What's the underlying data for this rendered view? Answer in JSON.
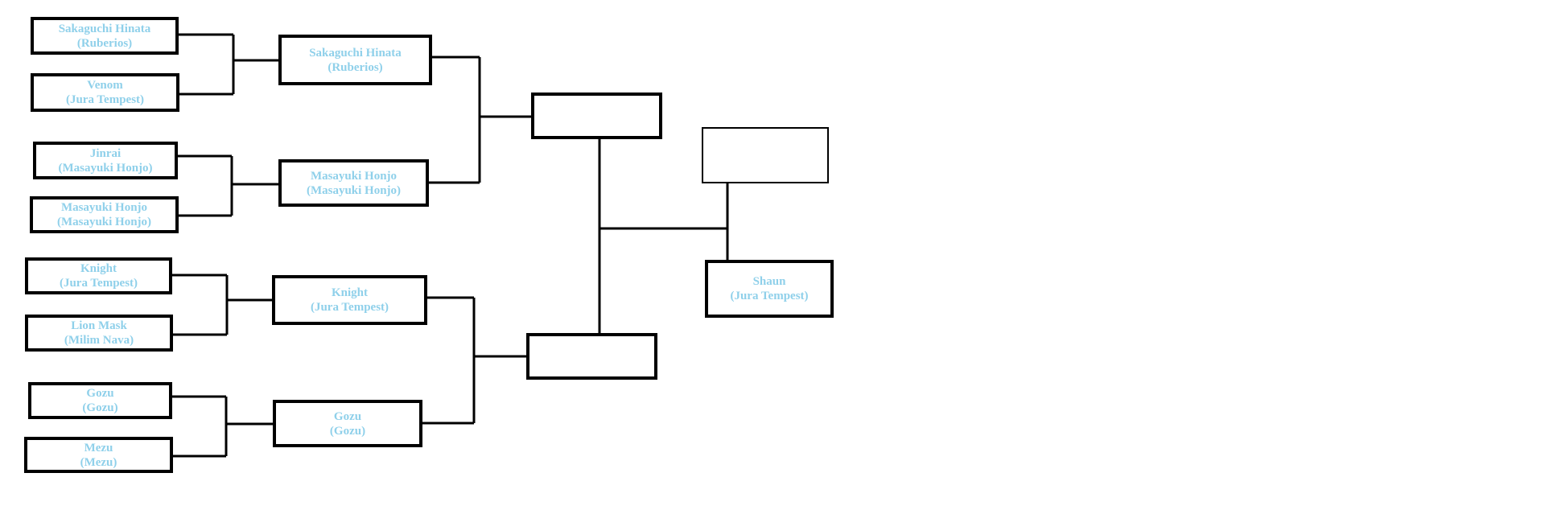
{
  "round_1": [
    {
      "name": "Sakaguchi Hinata",
      "team": "(Ruberios)"
    },
    {
      "name": "Venom",
      "team": "(Jura Tempest)"
    },
    {
      "name": "Jinrai",
      "team": "(Masayuki Honjo)"
    },
    {
      "name": "Masayuki Honjo",
      "team": "(Masayuki Honjo)"
    },
    {
      "name": "Knight",
      "team": "(Jura Tempest)"
    },
    {
      "name": "Lion Mask",
      "team": "(Milim Nava)"
    },
    {
      "name": "Gozu",
      "team": "(Gozu)"
    },
    {
      "name": "Mezu",
      "team": "(Mezu)"
    }
  ],
  "round_2": [
    {
      "name": "Sakaguchi Hinata",
      "team": "(Ruberios)"
    },
    {
      "name": "Masayuki Honjo",
      "team": "(Masayuki Honjo)"
    },
    {
      "name": "Knight",
      "team": "(Jura Tempest)"
    },
    {
      "name": "Gozu",
      "team": "(Gozu)"
    }
  ],
  "semifinal": [
    {
      "name": "",
      "team": ""
    },
    {
      "name": "",
      "team": ""
    }
  ],
  "final": {
    "winner": {
      "name": "",
      "team": ""
    },
    "opponent": {
      "name": "Shaun",
      "team": "(Jura Tempest)"
    }
  },
  "colors": {
    "line": "#000000",
    "text": "#8fd0ea",
    "background": "#ffffff"
  }
}
